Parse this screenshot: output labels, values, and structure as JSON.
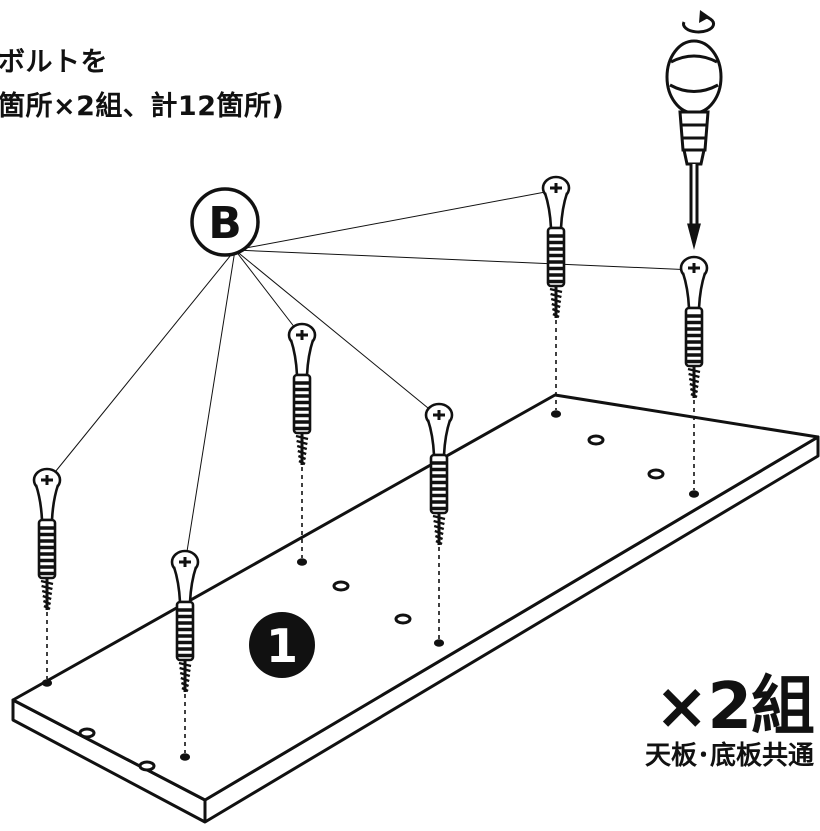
{
  "instructions": {
    "line1": "ボルトを",
    "line2": "箇所×2組、計12箇所)"
  },
  "part_label": "B",
  "panel_number": "1",
  "quantity_label": "×2組",
  "panel_note": "天板･底板共通",
  "icons": {
    "rotation": "rotate-arrow-icon",
    "screwdriver": "screwdriver-icon"
  },
  "colors": {
    "line": "#111111",
    "background": "#ffffff",
    "badge_fill": "#111111",
    "badge_text": "#ffffff"
  }
}
